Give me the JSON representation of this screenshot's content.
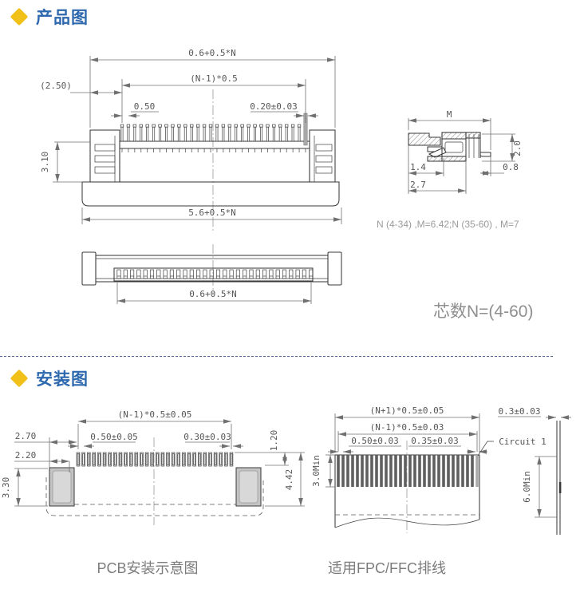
{
  "colors": {
    "header_blue": "#2e68ae",
    "diamond_yellow": "#f1c019",
    "divider_blue": "#4e6292"
  },
  "product_section": {
    "header": "产品图",
    "front_view": {
      "dim_total_width": "0.6+0.5*N",
      "dim_contact_span": "(N-1)*0.5",
      "dim_end_offset": "(2.50)",
      "dim_pitch": "0.50",
      "dim_contact_width": "0.20±0.03",
      "dim_height": "3.10",
      "dim_base_width": "5.6+0.5*N"
    },
    "side_view": {
      "dim_depth": "M",
      "dim_height": "2.0",
      "dim_front": "1.4",
      "dim_mid": "2.7",
      "dim_tail": "0.8"
    },
    "bottom_view": {
      "dim_slot_width": "0.6+0.5*N"
    },
    "note": "N (4-34) ,M=6.42;N (35-60) , M=7",
    "pin_count": "芯数N=(4-60)"
  },
  "install_section": {
    "header": "安装图",
    "pcb_view": {
      "dim_pad_span": "(N-1)*0.5±0.05",
      "dim_pitch": "0.50±0.05",
      "dim_pad_width": "0.30±0.03",
      "dim_edge_a": "2.70",
      "dim_edge_b": "2.20",
      "dim_anchor_height": "3.30",
      "dim_pad_height": "1.20",
      "dim_total_height": "4.42",
      "caption": "PCB安装示意图"
    },
    "fpc_view": {
      "dim_total_width": "(N+1)*0.5±0.05",
      "dim_conductor_span": "(N-1)*0.5±0.03",
      "dim_pitch": "0.50±0.03",
      "dim_conductor_width": "0.35±0.03",
      "circuit_label": "Circuit 1",
      "dim_exposed_height": "3.0Min",
      "dim_thickness": "0.3±0.03",
      "dim_stiffener_length": "6.0Min",
      "caption": "适用FPC/FFC排线"
    }
  }
}
